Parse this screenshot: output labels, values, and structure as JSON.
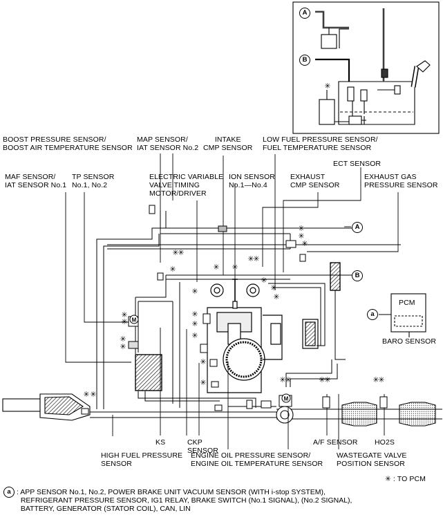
{
  "labels": {
    "boost_sensor": "BOOST PRESSURE SENSOR/\nBOOST AIR TEMPERATURE SENSOR",
    "map_sensor": "MAP SENSOR/\nIAT SENSOR No.2",
    "intake_cmp": "INTAKE\nCMP SENSOR",
    "low_fuel": "LOW FUEL PRESSURE SENSOR/\nFUEL TEMPERATURE SENSOR",
    "ect": "ECT SENSOR",
    "maf": "MAF SENSOR/\nIAT SENSOR No.1",
    "tp": "TP SENSOR\nNo.1, No.2",
    "evvt": "ELECTRIC VARIABLE\nVALVE TIMING\nMOTOR/DRIVER",
    "ion": "ION SENSOR\nNo.1—No.4",
    "exhaust_cmp": "EXHAUST\nCMP SENSOR",
    "exhaust_gas": "EXHAUST GAS\nPRESSURE SENSOR",
    "pcm": "PCM",
    "baro": "BARO SENSOR",
    "ks": "KS",
    "ckp": "CKP\nSENSOR",
    "af": "A/F SENSOR",
    "ho2s": "HO2S",
    "high_fuel": "HIGH FUEL PRESSURE\nSENSOR",
    "oil": "ENGINE OIL PRESSURE SENSOR/\nENGINE OIL TEMPERATURE SENSOR",
    "wastegate": "WASTEGATE VALVE\nPOSITION SENSOR",
    "to_pcm": "✳ : TO PCM"
  },
  "markers": {
    "a_upper": "A",
    "b_upper": "B",
    "a_lower": "a",
    "motor": "M"
  },
  "footnote": {
    "marker": "a",
    "text": ": APP SENSOR No.1, No.2, POWER BRAKE UNIT VACUUM SENSOR (WITH i-stop SYSTEM),\n  REFRIGERANT PRESSURE SENSOR, IG1 RELAY, BRAKE SWITCH (No.1 SIGNAL), (No.2 SIGNAL),\n  BATTERY, GENERATOR (STATOR COIL), CAN, LIN"
  },
  "ast": "✳"
}
